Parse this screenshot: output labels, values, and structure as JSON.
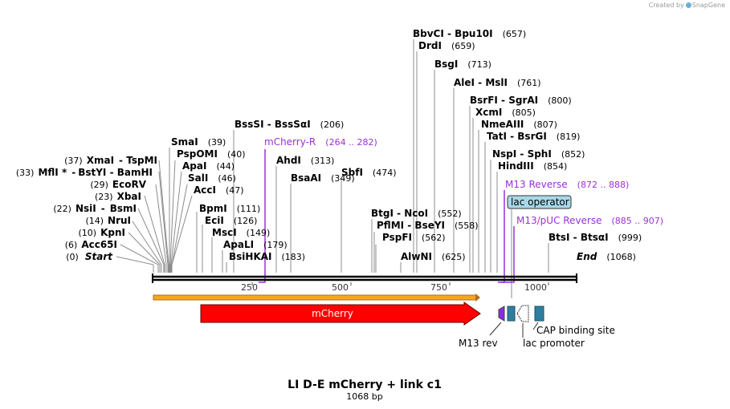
{
  "credit": {
    "prefix": "Created by",
    "brand": "SnapGene"
  },
  "title": "LI D-E mCherry + link c1",
  "subtitle": "1068 bp",
  "sequence_length": 1068,
  "ruler_ticks": [
    "250",
    "500",
    "750",
    "1000"
  ],
  "colors": {
    "enzyme_text": "#000000",
    "primer_text": "#9b30d9",
    "mcherry_fill": "#ff0000",
    "orf_bar": "#f5a623",
    "feature_blue": "#2e7ea0",
    "lac_operator_fill": "#a8d8e8",
    "m13rev_fill": "#8a2be2"
  },
  "enzymes_left": [
    {
      "pos": "(37)",
      "name": "XmaI",
      "pair": "TspMI"
    },
    {
      "pos": "(33)",
      "name": "MflI *",
      "pair": "BstYI - BamHI"
    },
    {
      "pos": "(29)",
      "name": "EcoRV",
      "pair": ""
    },
    {
      "pos": "(23)",
      "name": "XbaI",
      "pair": ""
    },
    {
      "pos": "(22)",
      "name": "NsiI",
      "pair": "BsmI"
    },
    {
      "pos": "(14)",
      "name": "NruI",
      "pair": ""
    },
    {
      "pos": "(10)",
      "name": "KpnI",
      "pair": ""
    },
    {
      "pos": "(6)",
      "name": "Acc65I",
      "pair": ""
    },
    {
      "pos": "(0)",
      "name": "Start",
      "pair": ""
    }
  ],
  "enzymes_right": [
    {
      "name": "SmaI",
      "pos": "(39)"
    },
    {
      "name": "PspOMI",
      "pos": "(40)"
    },
    {
      "name": "ApaI",
      "pos": "(44)"
    },
    {
      "name": "SalI",
      "pos": "(46)"
    },
    {
      "name": "AccI",
      "pos": "(47)"
    },
    {
      "name": "BpmI",
      "pos": "(111)"
    },
    {
      "name": "EciI",
      "pos": "(126)"
    },
    {
      "name": "MscI",
      "pos": "(149)"
    },
    {
      "name": "ApaLI",
      "pos": "(179)"
    },
    {
      "name": "BsiHKAI",
      "pos": "(183)"
    },
    {
      "name": "BssSI - BssSαI",
      "pos": "(206)"
    },
    {
      "name": "AhdI",
      "pos": "(313)"
    },
    {
      "name": "BsaAI",
      "pos": "(349)"
    },
    {
      "name": "SbfI",
      "pos": "(474)"
    },
    {
      "name": "BtgI - NcoI",
      "pos": "(552)"
    },
    {
      "name": "PflMI - BseYI",
      "pos": "(558)"
    },
    {
      "name": "PspFI",
      "pos": "(562)"
    },
    {
      "name": "AlwNI",
      "pos": "(625)"
    },
    {
      "name": "BbvCI - Bpu10I",
      "pos": "(657)"
    },
    {
      "name": "DrdI",
      "pos": "(659)"
    },
    {
      "name": "BsgI",
      "pos": "(713)"
    },
    {
      "name": "AleI - MslI",
      "pos": "(761)"
    },
    {
      "name": "BsrFI - SgrAI",
      "pos": "(800)"
    },
    {
      "name": "XcmI",
      "pos": "(805)"
    },
    {
      "name": "NmeAIII",
      "pos": "(807)"
    },
    {
      "name": "TatI - BsrGI",
      "pos": "(819)"
    },
    {
      "name": "NspI - SphI",
      "pos": "(852)"
    },
    {
      "name": "HindIII",
      "pos": "(854)"
    },
    {
      "name": "BtsI - BtsαI",
      "pos": "(999)"
    },
    {
      "name": "End",
      "pos": "(1068)"
    }
  ],
  "primers": [
    {
      "name": "mCherry-R",
      "range": "(264 .. 282)"
    },
    {
      "name": "M13 Reverse",
      "range": "(872 .. 888)"
    },
    {
      "name": "M13/pUC Reverse",
      "range": "(885 .. 907)"
    }
  ],
  "features": {
    "mcherry": "mCherry",
    "lac_operator": "lac operator",
    "m13_rev": "M13 rev",
    "lac_promoter": "lac promoter",
    "cap_site": "CAP binding site"
  }
}
